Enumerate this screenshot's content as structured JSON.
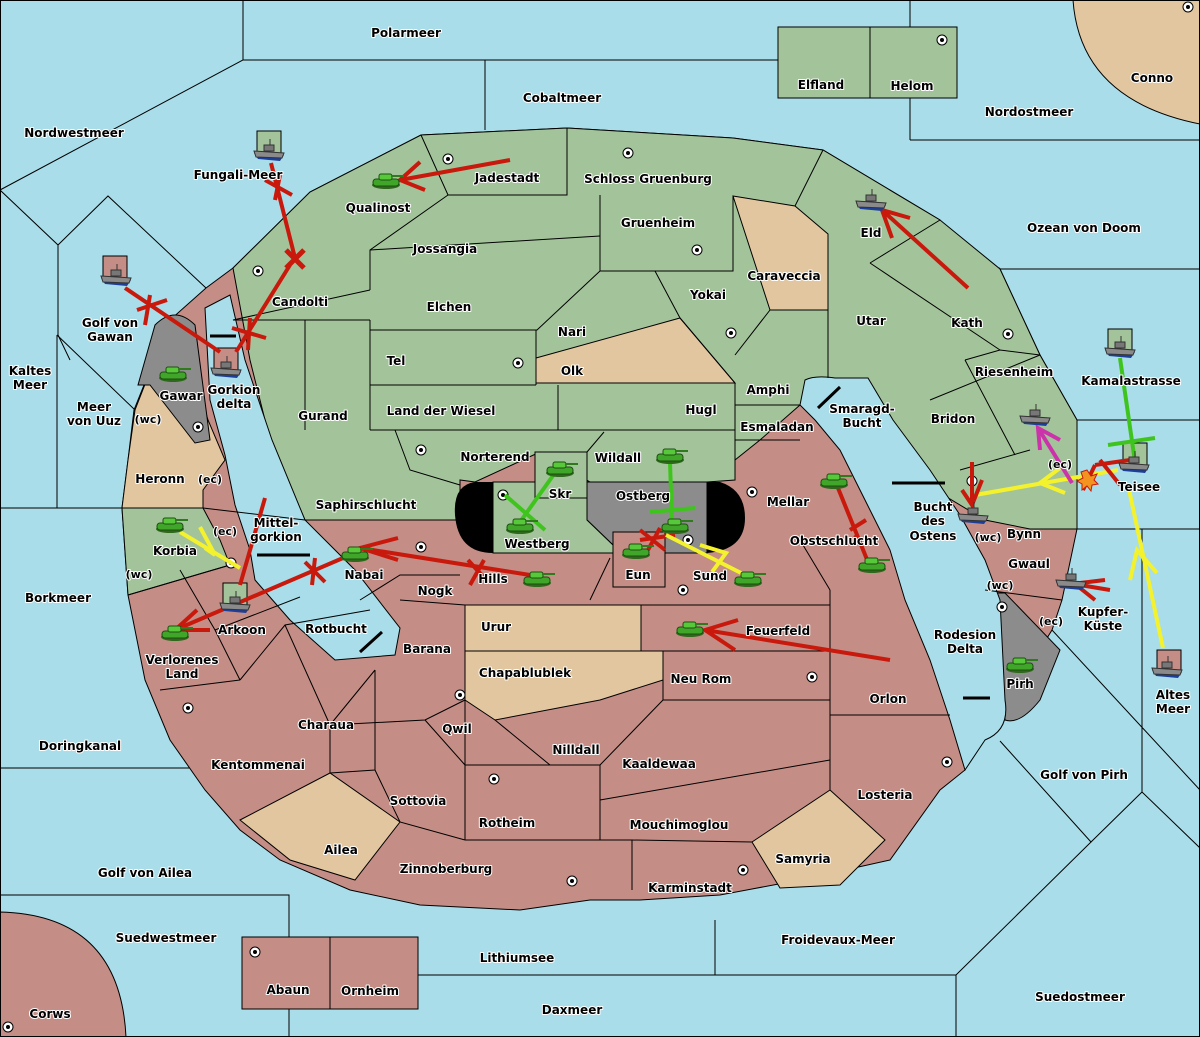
{
  "game": {
    "title": "Diplomacy order map",
    "colors": {
      "sea": "#a9dde9",
      "power_green": "#a3c49a",
      "power_red": "#c48d85",
      "neutral": "#e2c69f",
      "impassable": "#8c8c8c",
      "order_red": "#c8190c",
      "order_yellow": "#f4f22c",
      "order_green": "#3fc41e",
      "order_magenta": "#cc33aa"
    }
  },
  "sea_labels": {
    "polarmeer": "Polarmeer",
    "cobaltmeer": "Cobaltmeer",
    "nordwestmeer": "Nordwestmeer",
    "nordostmeer": "Nordostmeer",
    "fungali": "Fungali-Meer",
    "ozean": "Ozean von Doom",
    "golf_gawan_1": "Golf von",
    "golf_gawan_2": "Gawan",
    "kaltes_1": "Kaltes",
    "kaltes_2": "Meer",
    "uuz_1": "Meer",
    "uuz_2": "von Uuz",
    "gorkion_1": "Gorkion",
    "gorkion_2": "delta",
    "kamalastrasse": "Kamalastrasse",
    "smaragd_1": "Smaragd-",
    "smaragd_2": "Bucht",
    "bucht_1": "Bucht",
    "bucht_2": "des",
    "bucht_3": "Ostens",
    "mittel_1": "Mittel-",
    "mittel_2": "gorkion",
    "borkmeer": "Borkmeer",
    "rotbucht": "Rotbucht",
    "kupfer_1": "Kupfer-",
    "kupfer_2": "Küste",
    "rodesion_1": "Rodesion",
    "rodesion_2": "Delta",
    "altes_1": "Altes",
    "altes_2": "Meer",
    "doringkanal": "Doringkanal",
    "golf_pirh": "Golf von Pirh",
    "golf_ailea": "Golf von Ailea",
    "suedwestmeer": "Suedwestmeer",
    "lithiumsee": "Lithiumsee",
    "froidevaux": "Froidevaux-Meer",
    "daxmeer": "Daxmeer",
    "suedostmeer": "Suedostmeer"
  },
  "land_labels": {
    "elfland": "Elfland",
    "helom": "Helom",
    "conno": "Conno",
    "jadestadt": "Jadestadt",
    "schloss": "Schloss Gruenburg",
    "qualinost": "Qualinost",
    "gruenheim": "Gruenheim",
    "eld": "Eld",
    "jossangia": "Jossangia",
    "caraveccia": "Caraveccia",
    "candolti": "Candolti",
    "elchen": "Elchen",
    "yokai": "Yokai",
    "utar": "Utar",
    "kath": "Kath",
    "nari": "Nari",
    "tel": "Tel",
    "olk": "Olk",
    "riesenheim": "Riesenheim",
    "amphi": "Amphi",
    "gawar": "Gawar",
    "gurand": "Gurand",
    "land_wiesel": "Land der Wiesel",
    "hugl": "Hugl",
    "esmaladan": "Esmaladan",
    "bridon": "Bridon",
    "heronn": "Heronn",
    "norterend": "Norterend",
    "wildall": "Wildall",
    "skr": "Skr",
    "ostberg": "Ostberg",
    "mellar": "Mellar",
    "teisee": "Teisee",
    "saphirschlucht": "Saphirschlucht",
    "westberg": "Westberg",
    "korbia": "Korbia",
    "bynn": "Bynn",
    "obstschlucht": "Obstschlucht",
    "nabai": "Nabai",
    "hills": "Hills",
    "eun": "Eun",
    "sund": "Sund",
    "gwaul": "Gwaul",
    "nogk": "Nogk",
    "arkoon": "Arkoon",
    "urur": "Urur",
    "feuerfeld": "Feuerfeld",
    "verlorenes_1": "Verlorenes",
    "verlorenes_2": "Land",
    "barana": "Barana",
    "chapablublek": "Chapablublek",
    "neu_rom": "Neu Rom",
    "pirh": "Pirh",
    "orlon": "Orlon",
    "charaua": "Charaua",
    "qwil": "Qwil",
    "nilldall": "Nilldall",
    "kaaldewaa": "Kaaldewaa",
    "kentommenai": "Kentommenai",
    "sottovia": "Sottovia",
    "rotheim": "Rotheim",
    "mouchimoglou": "Mouchimoglou",
    "losteria": "Losteria",
    "ailea": "Ailea",
    "samyria": "Samyria",
    "zinnoberburg": "Zinnoberburg",
    "karminstadt": "Karminstadt",
    "abaun": "Abaun",
    "ornheim": "Ornheim",
    "corws": "Corws"
  },
  "coast_labels": {
    "wc": "(wc)",
    "ec": "(ec)"
  },
  "units": [
    {
      "type": "army",
      "location": "Qualinost"
    },
    {
      "type": "army",
      "location": "Gawar"
    },
    {
      "type": "army",
      "location": "Korbia"
    },
    {
      "type": "army",
      "location": "Verlorenes Land"
    },
    {
      "type": "army",
      "location": "Nabai"
    },
    {
      "type": "army",
      "location": "Hills"
    },
    {
      "type": "army",
      "location": "Skr"
    },
    {
      "type": "army",
      "location": "Westberg"
    },
    {
      "type": "army",
      "location": "Wildall"
    },
    {
      "type": "army",
      "location": "Ostberg"
    },
    {
      "type": "army",
      "location": "Eun"
    },
    {
      "type": "army",
      "location": "Sund"
    },
    {
      "type": "army",
      "location": "Mellar"
    },
    {
      "type": "army",
      "location": "Obstschlucht"
    },
    {
      "type": "army",
      "location": "Feuerfeld"
    },
    {
      "type": "army",
      "location": "Pirh"
    },
    {
      "type": "fleet",
      "location": "Fungali-Meer"
    },
    {
      "type": "fleet",
      "location": "Golf von Gawan"
    },
    {
      "type": "fleet",
      "location": "Gorkion delta"
    },
    {
      "type": "fleet",
      "location": "Arkoon"
    },
    {
      "type": "fleet",
      "location": "Eld"
    },
    {
      "type": "fleet",
      "location": "Riesenheim"
    },
    {
      "type": "fleet",
      "location": "Kamalastrasse"
    },
    {
      "type": "fleet",
      "location": "Teisee"
    },
    {
      "type": "fleet",
      "location": "Bucht des Ostens"
    },
    {
      "type": "fleet",
      "location": "Gwaul"
    },
    {
      "type": "fleet",
      "location": "Altes Meer"
    }
  ]
}
